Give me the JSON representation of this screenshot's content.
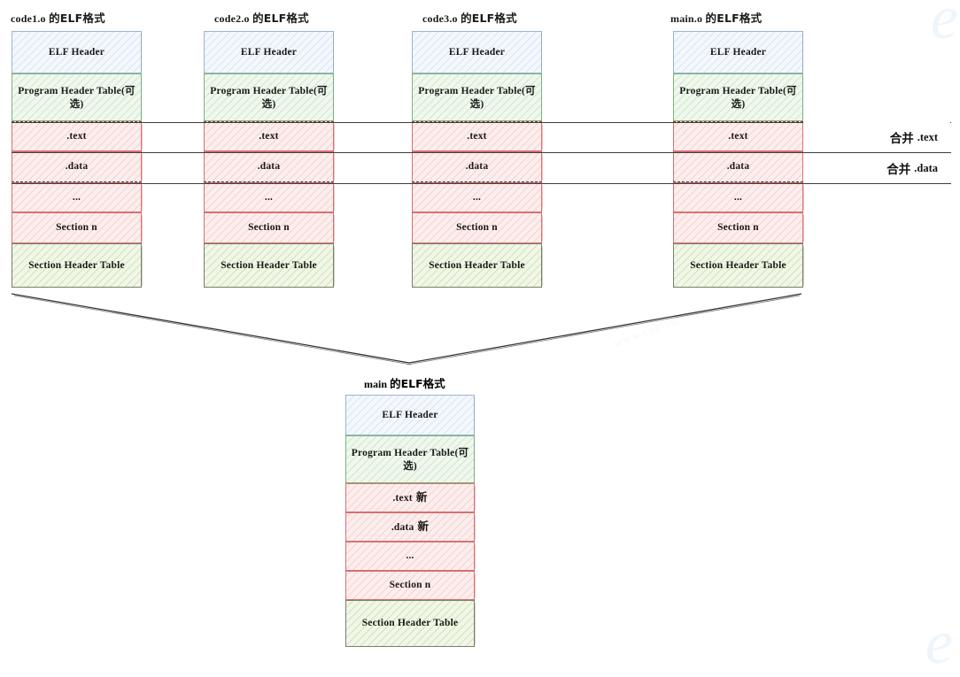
{
  "diagram": {
    "title_suffix_cjk": "的ELF格式",
    "columns": [
      {
        "id": "code1",
        "name": "code1.o",
        "title_latin": "code1.o",
        "title_cjk": "的ELF格式",
        "segments": [
          {
            "key": "elf-header",
            "label": "ELF Header",
            "label_cjk": "",
            "style": "header"
          },
          {
            "key": "program-header",
            "label": "Program Header Table(",
            "label_cjk": "可选",
            "label_tail": ")",
            "style": "green"
          },
          {
            "key": "text",
            "label": ".text",
            "label_cjk": "",
            "style": "red"
          },
          {
            "key": "data",
            "label": ".data",
            "label_cjk": "",
            "style": "red"
          },
          {
            "key": "ellipsis",
            "label": "...",
            "label_cjk": "",
            "style": "red"
          },
          {
            "key": "section-n",
            "label": "Section n",
            "label_cjk": "",
            "style": "red"
          },
          {
            "key": "section-header-table",
            "label": "Section Header Table",
            "label_cjk": "",
            "style": "sht"
          }
        ]
      },
      {
        "id": "code2",
        "name": "code2.o",
        "title_latin": "code2.o",
        "title_cjk": "的ELF格式",
        "segments": [
          {
            "key": "elf-header",
            "label": "ELF Header",
            "label_cjk": "",
            "style": "header"
          },
          {
            "key": "program-header",
            "label": "Program Header Table(",
            "label_cjk": "可选",
            "label_tail": ")",
            "style": "green"
          },
          {
            "key": "text",
            "label": ".text",
            "label_cjk": "",
            "style": "red"
          },
          {
            "key": "data",
            "label": ".data",
            "label_cjk": "",
            "style": "red"
          },
          {
            "key": "ellipsis",
            "label": "...",
            "label_cjk": "",
            "style": "red"
          },
          {
            "key": "section-n",
            "label": "Section n",
            "label_cjk": "",
            "style": "red"
          },
          {
            "key": "section-header-table",
            "label": "Section Header Table",
            "label_cjk": "",
            "style": "sht"
          }
        ]
      },
      {
        "id": "code3",
        "name": "code3.o",
        "title_latin": "code3.o",
        "title_cjk": "的ELF格式",
        "segments": [
          {
            "key": "elf-header",
            "label": "ELF Header",
            "label_cjk": "",
            "style": "header"
          },
          {
            "key": "program-header",
            "label": "Program Header Table(",
            "label_cjk": "可选",
            "label_tail": ")",
            "style": "green"
          },
          {
            "key": "text",
            "label": ".text",
            "label_cjk": "",
            "style": "red"
          },
          {
            "key": "data",
            "label": ".data",
            "label_cjk": "",
            "style": "red"
          },
          {
            "key": "ellipsis",
            "label": "...",
            "label_cjk": "",
            "style": "red"
          },
          {
            "key": "section-n",
            "label": "Section n",
            "label_cjk": "",
            "style": "red"
          },
          {
            "key": "section-header-table",
            "label": "Section Header Table",
            "label_cjk": "",
            "style": "sht"
          }
        ]
      },
      {
        "id": "main-o",
        "name": "main.o",
        "title_latin": "main.o",
        "title_cjk": "的ELF格式",
        "segments": [
          {
            "key": "elf-header",
            "label": "ELF Header",
            "label_cjk": "",
            "style": "header"
          },
          {
            "key": "program-header",
            "label": "Program Header Table(",
            "label_cjk": "可选",
            "label_tail": ")",
            "style": "green"
          },
          {
            "key": "text",
            "label": ".text",
            "label_cjk": "",
            "style": "red"
          },
          {
            "key": "data",
            "label": ".data",
            "label_cjk": "",
            "style": "red"
          },
          {
            "key": "ellipsis",
            "label": "...",
            "label_cjk": "",
            "style": "red"
          },
          {
            "key": "section-n",
            "label": "Section n",
            "label_cjk": "",
            "style": "red"
          },
          {
            "key": "section-header-table",
            "label": "Section Header Table",
            "label_cjk": "",
            "style": "sht"
          }
        ]
      }
    ],
    "merge_boxes": [
      {
        "key": "merge-text",
        "cjk": "合并",
        "latin": ".text"
      },
      {
        "key": "merge-data",
        "cjk": "合并",
        "latin": ".data"
      }
    ],
    "output": {
      "title_latin": "main",
      "title_cjk": "的ELF格式",
      "segments": [
        {
          "key": "elf-header",
          "label": "ELF Header",
          "label_cjk": "",
          "tag": "",
          "style": "header"
        },
        {
          "key": "program-header",
          "label": "Program Header Table(",
          "label_cjk": "可选",
          "label_tail": ")",
          "tag": "",
          "style": "green"
        },
        {
          "key": "text",
          "label": ".text",
          "label_cjk": "",
          "tag": "新",
          "style": "red"
        },
        {
          "key": "data",
          "label": ".data",
          "label_cjk": "",
          "tag": "新",
          "style": "red"
        },
        {
          "key": "ellipsis",
          "label": "...",
          "label_cjk": "",
          "tag": "",
          "style": "red"
        },
        {
          "key": "section-n",
          "label": "Section n",
          "label_cjk": "",
          "tag": "",
          "style": "red"
        },
        {
          "key": "section-header-table",
          "label": "Section Header Table",
          "label_cjk": "",
          "tag": "",
          "style": "sht"
        }
      ]
    },
    "watermark": {
      "glyph": "e",
      "text": "www.cnblogs.com"
    },
    "colors": {
      "header_border": "#9ab4d4",
      "header_fill": "#f4f8fd",
      "green_border": "#79b778",
      "green_fill": "#f0f8ee",
      "red_border": "#d96f6f",
      "red_fill": "#fdeeee",
      "sht_border": "#7d7d6d",
      "sht_fill": "#f1f7e6",
      "rule": "#3c3c3c"
    }
  }
}
